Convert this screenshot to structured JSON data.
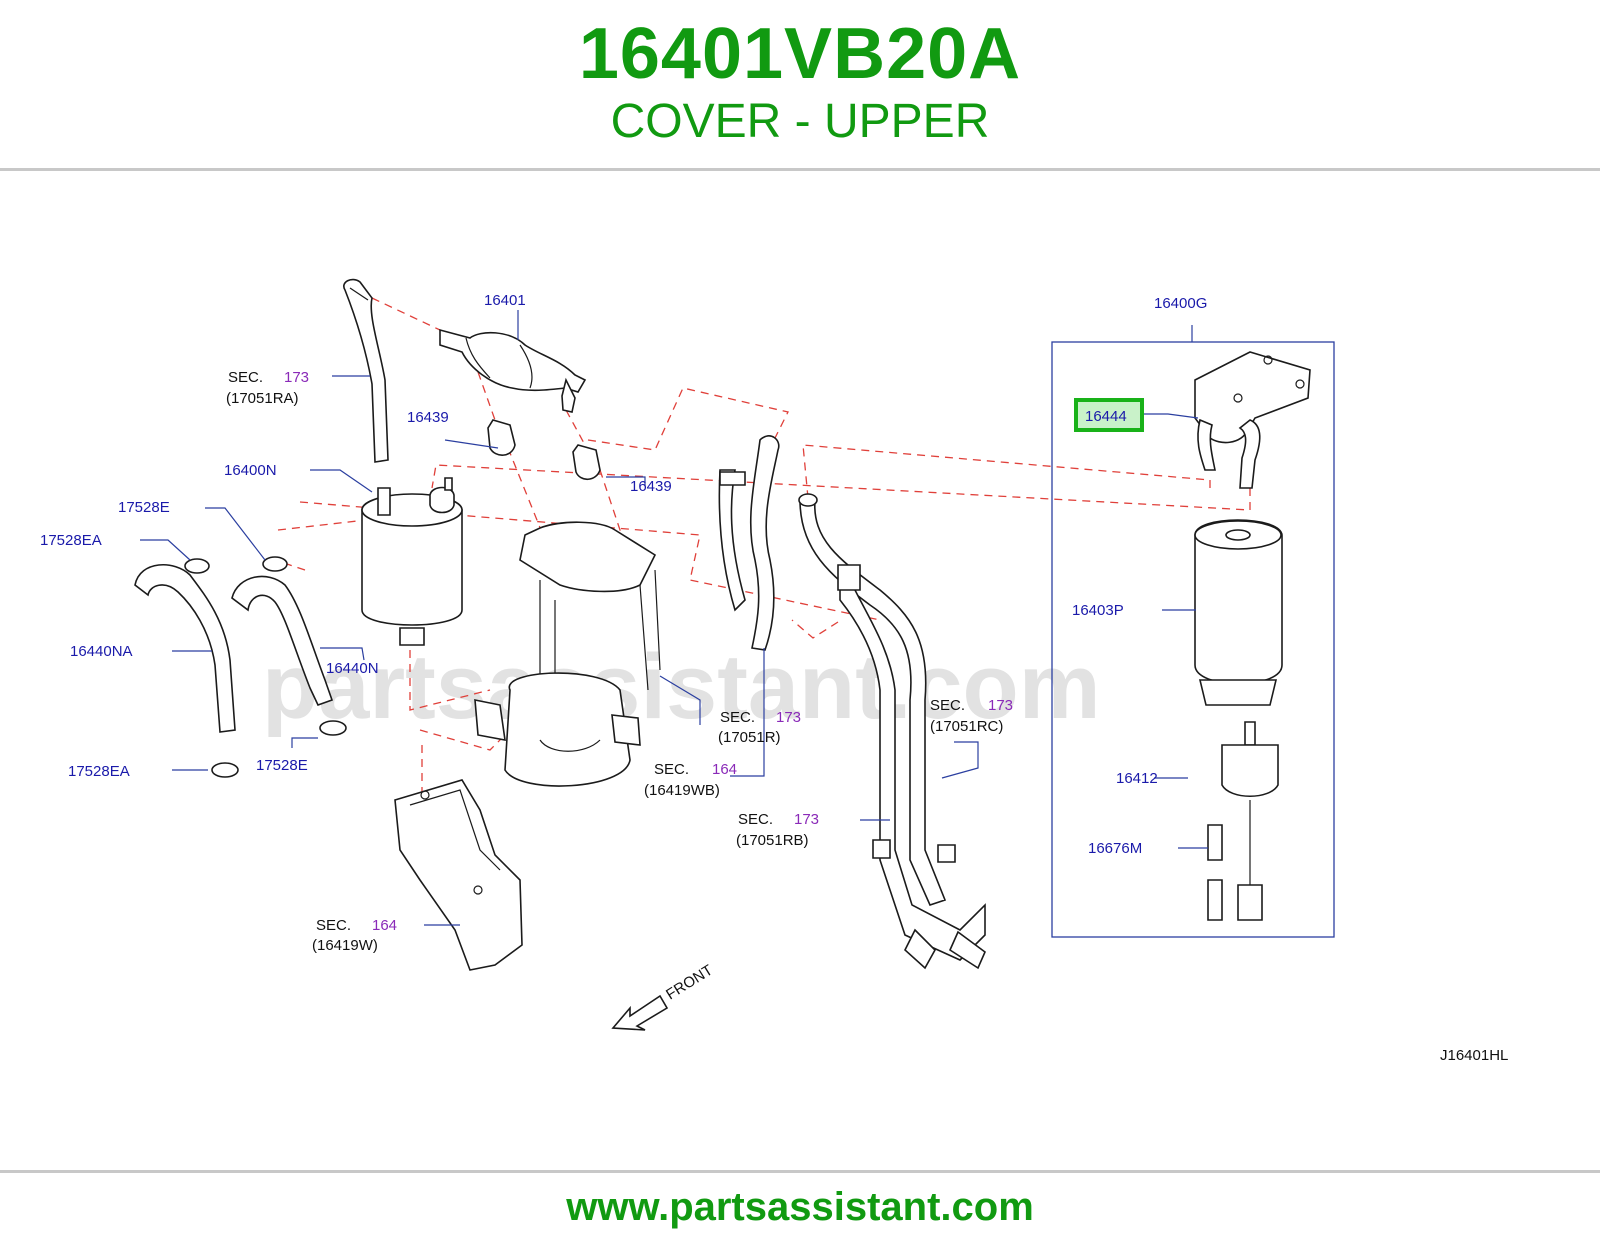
{
  "header": {
    "part_number": "16401VB20A",
    "part_name": "COVER - UPPER"
  },
  "footer": {
    "url": "www.partsassistant.com"
  },
  "diagram": {
    "watermark": "partsassistant.com",
    "drawing_code": "J16401HL",
    "front_label": "FRONT",
    "highlighted_part": "16444",
    "labels": {
      "p16401": "16401",
      "p16400G": "16400G",
      "p16444": "16444",
      "p16439a": "16439",
      "p16439b": "16439",
      "p16400N": "16400N",
      "p17528E_a": "17528E",
      "p17528EA_a": "17528EA",
      "p16440NA": "16440NA",
      "p16440N": "16440N",
      "p17528EA_b": "17528EA",
      "p17528E_b": "17528E",
      "p16403P": "16403P",
      "p16412": "16412",
      "p16676M": "16676M"
    },
    "sec_refs": [
      {
        "sec": "SEC.",
        "num": "173",
        "code": "(17051RA)"
      },
      {
        "sec": "SEC.",
        "num": "173",
        "code": "(17051R)"
      },
      {
        "sec": "SEC.",
        "num": "164",
        "code": "(16419WB)"
      },
      {
        "sec": "SEC.",
        "num": "173",
        "code": "(17051RC)"
      },
      {
        "sec": "SEC.",
        "num": "173",
        "code": "(17051RB)"
      },
      {
        "sec": "SEC.",
        "num": "164",
        "code": "(16419W)"
      }
    ],
    "colors": {
      "brand_green": "#119a11",
      "label_blue": "#1a1aaa",
      "section_purple": "#8a2ab8",
      "dashed_red": "#e0403a",
      "highlight_green": "#19b219"
    }
  }
}
